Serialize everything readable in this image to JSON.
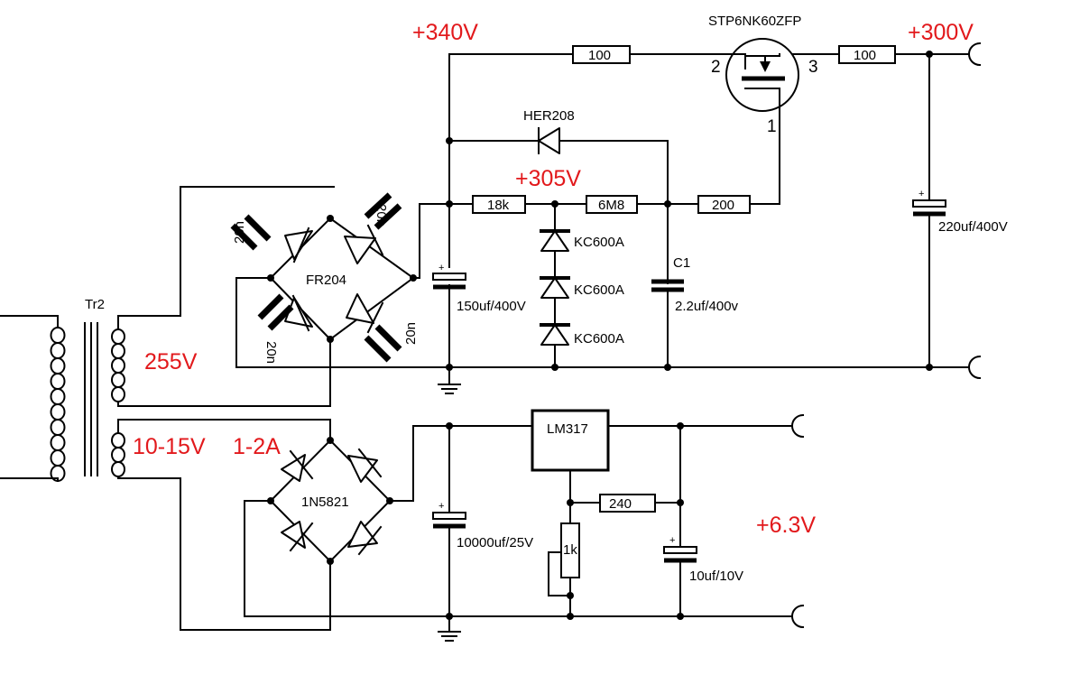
{
  "voltages": {
    "v340": "+340V",
    "v300": "+300V",
    "v305": "+305V",
    "v255": "255V",
    "v10_15": "10-15V",
    "i1_2": "1-2A",
    "v6_3": "+6.3V"
  },
  "components": {
    "transformer": "Tr2",
    "mosfet": "STP6NK60ZFP",
    "mosfet_pin_gate": "2",
    "mosfet_pin_source": "3",
    "mosfet_pin_drain": "1",
    "r_top1": "100",
    "r_top2": "100",
    "diode": "HER208",
    "r18k": "18k",
    "r6m8": "6M8",
    "r200": "200",
    "bridge_hv": "FR204",
    "cap_20n_1": "20n",
    "cap_20n_2": "20n",
    "cap_20n_3": "20n",
    "cap_20n_4": "20n",
    "c150": "150uf/400V",
    "zener1": "KC600A",
    "zener2": "KC600A",
    "zener3": "KC600A",
    "c1_label": "C1",
    "c1_value": "2.2uf/400v",
    "c220": "220uf/400V",
    "bridge_lv": "1N5821",
    "c10000": "10000uf/25V",
    "regulator": "LM317",
    "r240": "240",
    "r1k": "1k",
    "c10": "10uf/10V"
  }
}
